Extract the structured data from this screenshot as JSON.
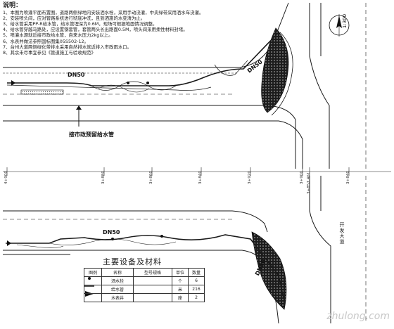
{
  "notes": {
    "title": "说明：",
    "lines": [
      "1、本图为喷灌平面布置图，道路两侧绿地内安装洒水栓，采用手动浇灌，中央绿带采用洒水车浇灌。",
      "2、安装喷头间，应对管路系统进行彻底冲洗，且到洒施的水变清为止。",
      "3、给水管采用PP-R给水管，给水管埋深为0.6M，现场可根据地面情况调整。",
      "4、给水管穿越马路处，应设置钢套管，套管两头长出路面0.5M，喷头间采用柔性材料封堵。",
      "5、喷灌水源就近接市政给水管，自来水压力2kg以上。",
      "6、水表井做法参照国标图集05S502-12。",
      "7、台州大道两侧绿化带排水采用自然排水就近排入市政雨水口。",
      "8、其余未尽事宜参见《管道施工与验收规范》"
    ]
  },
  "labels": {
    "north_label": "1:300",
    "dn50_top": "DN50",
    "dn50_right_top": "DN50",
    "connect_label": "接市政预留给水管",
    "dn50_bottom": "DN50",
    "dn50_right_bottom": "DN50",
    "road_name": "开发大道",
    "watermark": "zhulong.com"
  },
  "mileage": [
    "4+900",
    "3+880",
    "3+860",
    "3+840",
    "3+920",
    "3+900",
    "3+857.461",
    "3+840"
  ],
  "legend": {
    "title": "主要设备及材料",
    "headers": [
      "图例",
      "名称",
      "型号规格",
      "单位",
      "数量"
    ],
    "rows": [
      {
        "name": "洒水栓",
        "spec": "",
        "unit": "个",
        "qty": "6"
      },
      {
        "name": "给水管",
        "spec": "",
        "unit": "米",
        "qty": "216"
      },
      {
        "name": "水表井",
        "spec": "",
        "unit": "座",
        "qty": "2"
      }
    ]
  },
  "colors": {
    "line": "#1a1a1a",
    "hatch": "#2a2a2a",
    "highlight_red": "#d0003a",
    "highlight_blue": "#1a4fd6"
  }
}
